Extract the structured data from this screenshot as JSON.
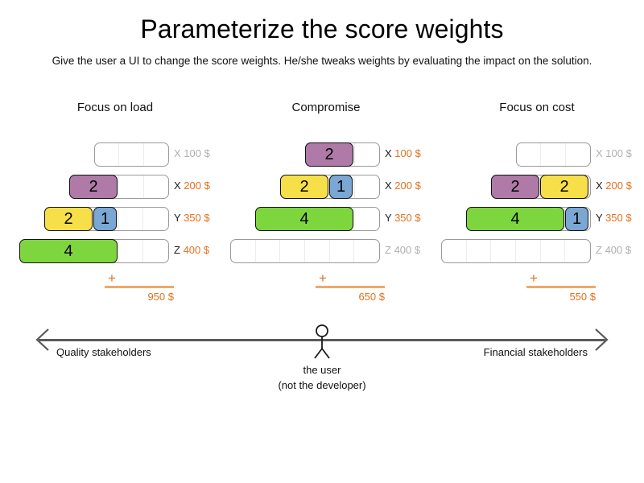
{
  "header": {
    "title": "Parameterize the score weights",
    "subtitle": "Give the user a UI to change the score weights. He/she tweaks weights by evaluating the impact on the solution."
  },
  "colors": {
    "purple": "#b07aa8",
    "yellow": "#f7df4a",
    "blue": "#7ba7d4",
    "green": "#7ed63f",
    "orange": "#e0711f",
    "muted": "#b0b0b0",
    "track_border": "#9a9a9a"
  },
  "scenarios": [
    {
      "title": "Focus on load",
      "rows": [
        {
          "key": "X",
          "amount": "100 $",
          "cells": 3,
          "empty": true,
          "segments": []
        },
        {
          "key": "X",
          "amount": "200 $",
          "cells": 4,
          "empty": false,
          "segments": [
            {
              "value": "2",
              "cells": 2,
              "color": "purple"
            }
          ]
        },
        {
          "key": "Y",
          "amount": "350 $",
          "cells": 5,
          "empty": false,
          "segments": [
            {
              "value": "2",
              "cells": 2,
              "color": "yellow"
            },
            {
              "value": "1",
              "cells": 1,
              "color": "blue"
            }
          ]
        },
        {
          "key": "Z",
          "amount": "400 $",
          "cells": 6,
          "empty": false,
          "segments": [
            {
              "value": "4",
              "cells": 4,
              "color": "green"
            }
          ]
        }
      ],
      "sum_plus": "+",
      "total": "950 $"
    },
    {
      "title": "Compromise",
      "rows": [
        {
          "key": "X",
          "amount": "100 $",
          "cells": 3,
          "empty": false,
          "segments": [
            {
              "value": "2",
              "cells": 2,
              "color": "purple"
            }
          ]
        },
        {
          "key": "X",
          "amount": "200 $",
          "cells": 4,
          "empty": false,
          "segments": [
            {
              "value": "2",
              "cells": 2,
              "color": "yellow"
            },
            {
              "value": "1",
              "cells": 1,
              "color": "blue"
            }
          ]
        },
        {
          "key": "Y",
          "amount": "350 $",
          "cells": 5,
          "empty": false,
          "segments": [
            {
              "value": "4",
              "cells": 4,
              "color": "green"
            }
          ]
        },
        {
          "key": "Z",
          "amount": "400 $",
          "cells": 6,
          "empty": true,
          "segments": []
        }
      ],
      "sum_plus": "+",
      "total": "650 $"
    },
    {
      "title": "Focus on cost",
      "rows": [
        {
          "key": "X",
          "amount": "100 $",
          "cells": 3,
          "empty": true,
          "segments": []
        },
        {
          "key": "X",
          "amount": "200 $",
          "cells": 4,
          "empty": false,
          "segments": [
            {
              "value": "2",
              "cells": 2,
              "color": "purple"
            },
            {
              "value": "2",
              "cells": 2,
              "color": "yellow"
            }
          ]
        },
        {
          "key": "Y",
          "amount": "350 $",
          "cells": 5,
          "empty": false,
          "segments": [
            {
              "value": "4",
              "cells": 4,
              "color": "green"
            },
            {
              "value": "1",
              "cells": 1,
              "color": "blue"
            }
          ]
        },
        {
          "key": "Z",
          "amount": "400 $",
          "cells": 6,
          "empty": true,
          "segments": []
        }
      ],
      "sum_plus": "+",
      "total": "550 $"
    }
  ],
  "axis": {
    "left_label": "Quality stakeholders",
    "right_label": "Financial stakeholders",
    "user_caption_line1": "the user",
    "user_caption_line2": "(not the developer)"
  }
}
